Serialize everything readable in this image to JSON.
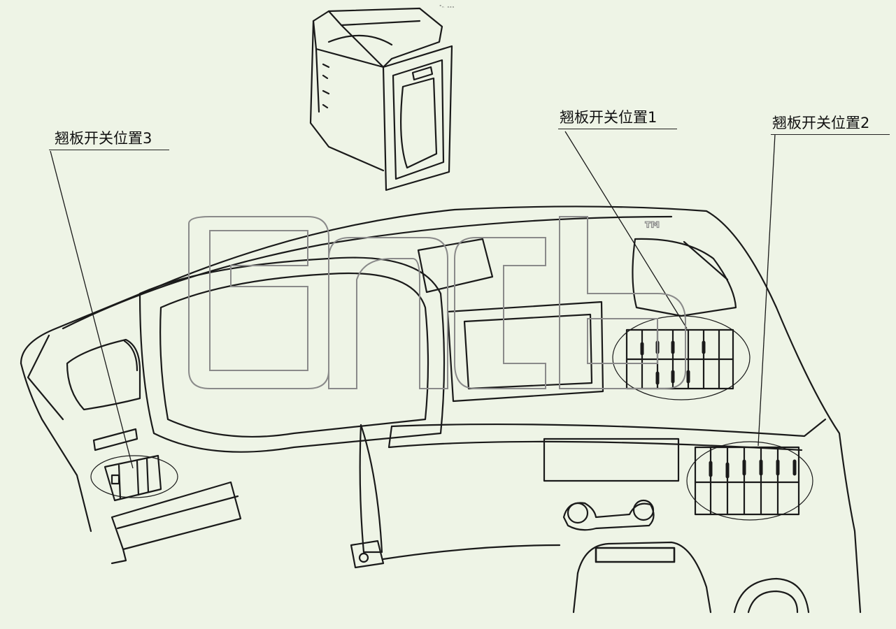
{
  "labels": {
    "position_1": "翘板开关位置1",
    "position_2": "翘板开关位置2",
    "position_3": "翘板开关位置3"
  },
  "watermark": {
    "symbol": "™"
  },
  "tiny_mark": "ᵐₙ ₐₐₐ",
  "colors": {
    "background": "#eef4e6",
    "line": "#1a1a1a",
    "watermark_outline": "#8a8a8a"
  }
}
